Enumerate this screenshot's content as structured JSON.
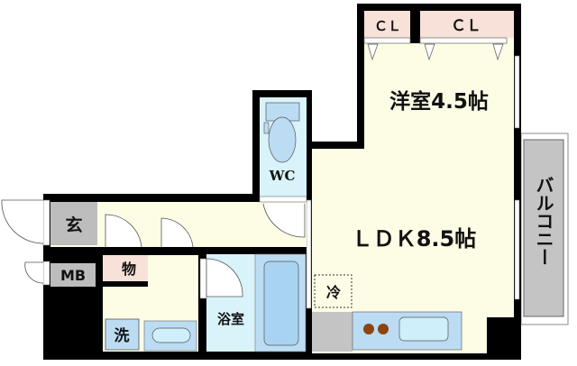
{
  "floor_plan": {
    "rooms": {
      "western_room": "洋室4.5帖",
      "ldk": "ＬＤＫ8.5帖",
      "closet_1": "ＣＬ",
      "closet_2": "ＣＬ",
      "toilet": "WC",
      "entrance": "玄",
      "meter_box": "MB",
      "storage": "物",
      "washer": "洗",
      "bathroom": "浴室",
      "refrigerator": "冷",
      "balcony": "バルコニー"
    },
    "colors": {
      "wall": "#000000",
      "room_floor": "#fdfde6",
      "wet_area": "#d9f3fb",
      "fixture": "#bcdcf4",
      "closet": "#f8e1d8",
      "grey_area": "#bdbdbd"
    }
  }
}
